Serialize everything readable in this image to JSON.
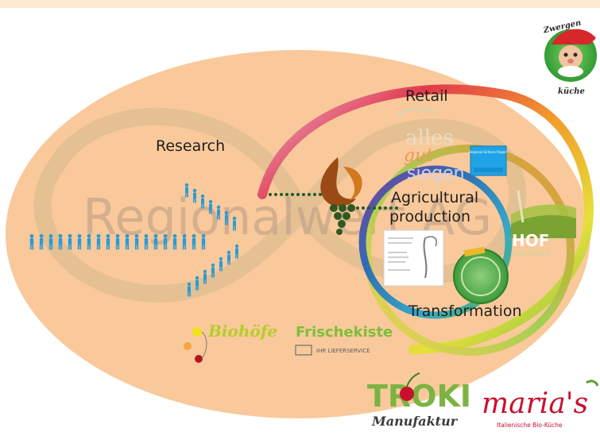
{
  "labels": {
    "research": "Research",
    "retail": "Retail",
    "agri_line1": "Agricultural",
    "agri_line2": "production",
    "transformation": "Transformation",
    "watermark": "Regionalwert AG"
  },
  "logos": {
    "alles_word1": "alles",
    "alles_word2": "gut",
    "alles_word3": "siegen",
    "hof": "HOF",
    "hof_sub": "GASSWIES",
    "frischekiste_a": "Biohöfe",
    "frischekiste_b": "Frischekiste",
    "frischekiste_sub": "IHR LIEFERSERVICE",
    "troki": "TROKI",
    "troki_sub": "Manufaktur",
    "marias": "maria's",
    "marias_sub": "Italienische Bio-Küche",
    "zwerg_top": "Zwergen",
    "zwerg_bottom": "küche",
    "card_text": "Regional Schloss Regen"
  },
  "colors": {
    "oval": "#f9c99b",
    "ring_inner_a": "#3a6fb0",
    "ring_inner_b": "#6ab04c",
    "people": "#2b9bd4",
    "dots": "#1e5a2a"
  }
}
